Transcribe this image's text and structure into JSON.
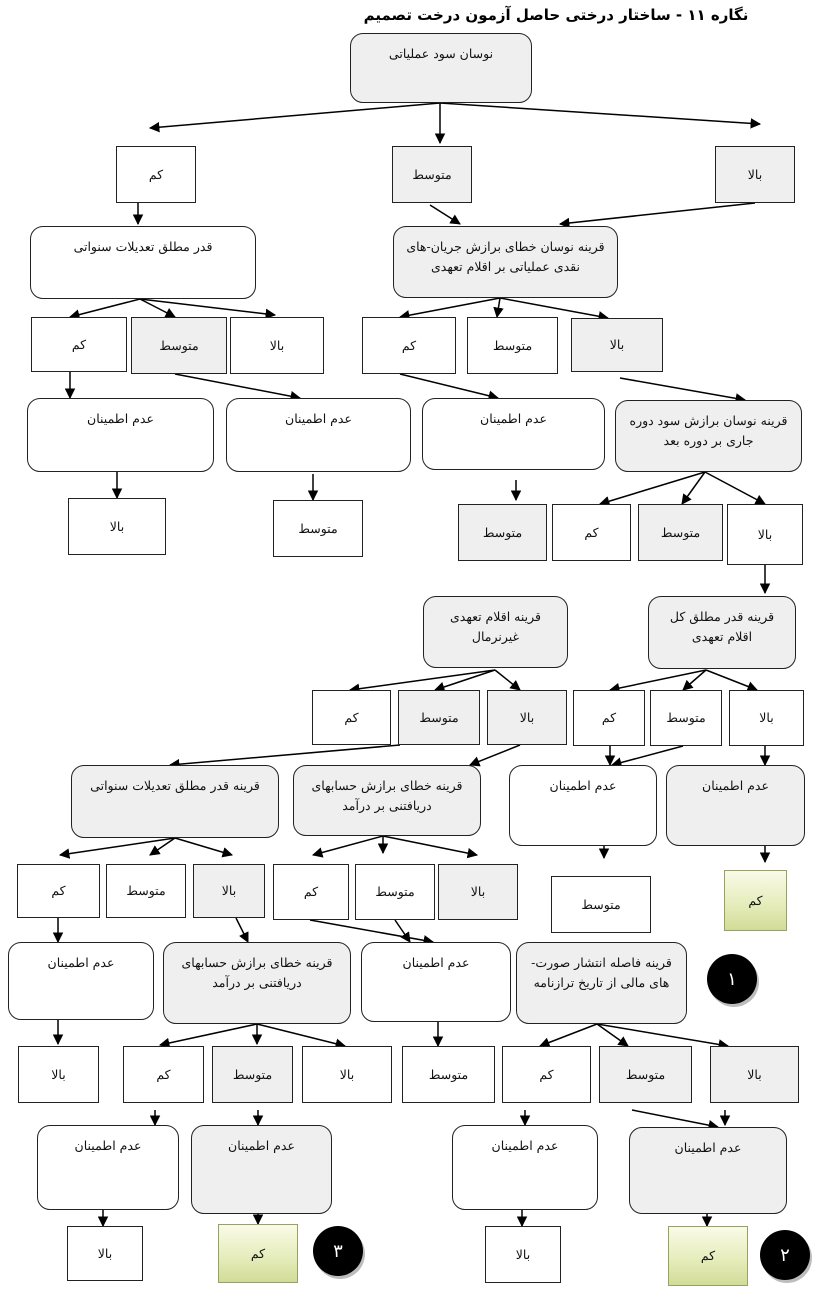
{
  "title": "نگاره ۱۱ - ساختار درختی حاصل آزمون درخت تصمیم",
  "labels": {
    "high": "بالا",
    "medium": "متوسط",
    "low": "کم",
    "uncertain": "عدم اطمینان"
  },
  "nodes": {
    "root": "نوسان سود عملیاتی",
    "abs_discretionary_accruals": "قدر مطلق تعدیلات سنواتی",
    "proxy_cashflow_error": "قرینه نوسان خطای برازش جریان-های نقدی عملیاتی بر اقلام تعهدی",
    "proxy_earnings_fit": "قرینه نوسان برازش سود دوره جاری بر دوره بعد",
    "proxy_abnormal_accruals": "قرینه اقلام تعهدی غیرنرمال",
    "proxy_abs_total_accruals": "قرینه قدر مطلق کل اقلام تعهدی",
    "proxy_abs_adjustments": "قرینه قدر مطلق تعدیلات سنواتی",
    "proxy_receivables_error_1": "قرینه خطای برازش حسابهای دریافتنی بر درآمد",
    "proxy_receivables_error_2": "قرینه خطای برازش حسابهای دریافتنی بر درآمد",
    "proxy_report_lag": "قرینه فاصله انتشار صورت-های مالی از تاریخ ترازنامه"
  },
  "badges": [
    "۱",
    "۲",
    "۳"
  ]
}
